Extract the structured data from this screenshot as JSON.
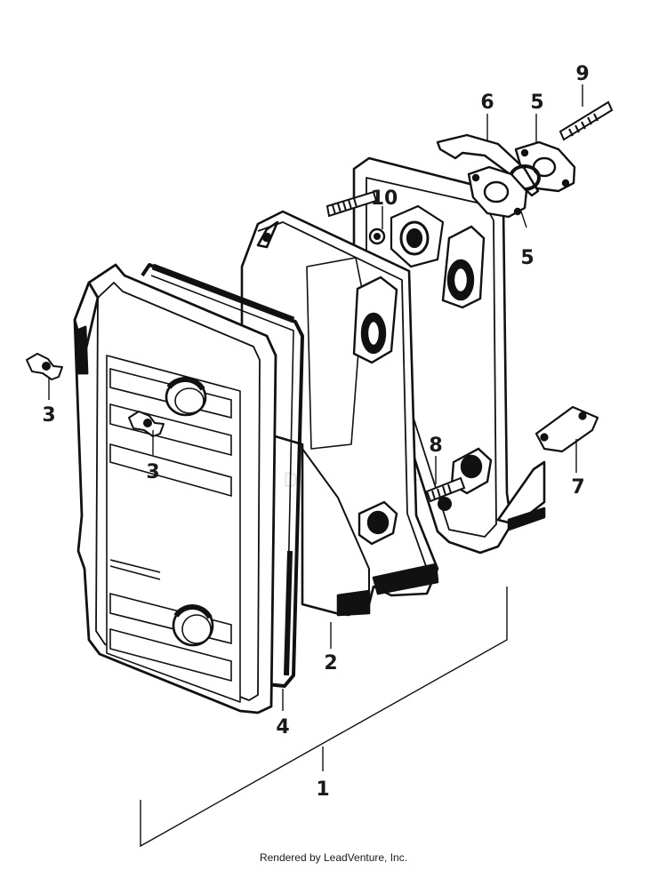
{
  "diagram": {
    "callouts": [
      {
        "id": "c9",
        "label": "9"
      },
      {
        "id": "c6",
        "label": "6"
      },
      {
        "id": "c5a",
        "label": "5"
      },
      {
        "id": "c10",
        "label": "10"
      },
      {
        "id": "c5b",
        "label": "5"
      },
      {
        "id": "c3a",
        "label": "3"
      },
      {
        "id": "c3b",
        "label": "3"
      },
      {
        "id": "c8",
        "label": "8"
      },
      {
        "id": "c7",
        "label": "7"
      },
      {
        "id": "c2",
        "label": "2"
      },
      {
        "id": "c4",
        "label": "4"
      },
      {
        "id": "c1",
        "label": "1"
      }
    ],
    "watermark": {
      "text": "LEADVENTURE"
    }
  },
  "footer": {
    "text": "Rendered by LeadVenture, Inc."
  }
}
